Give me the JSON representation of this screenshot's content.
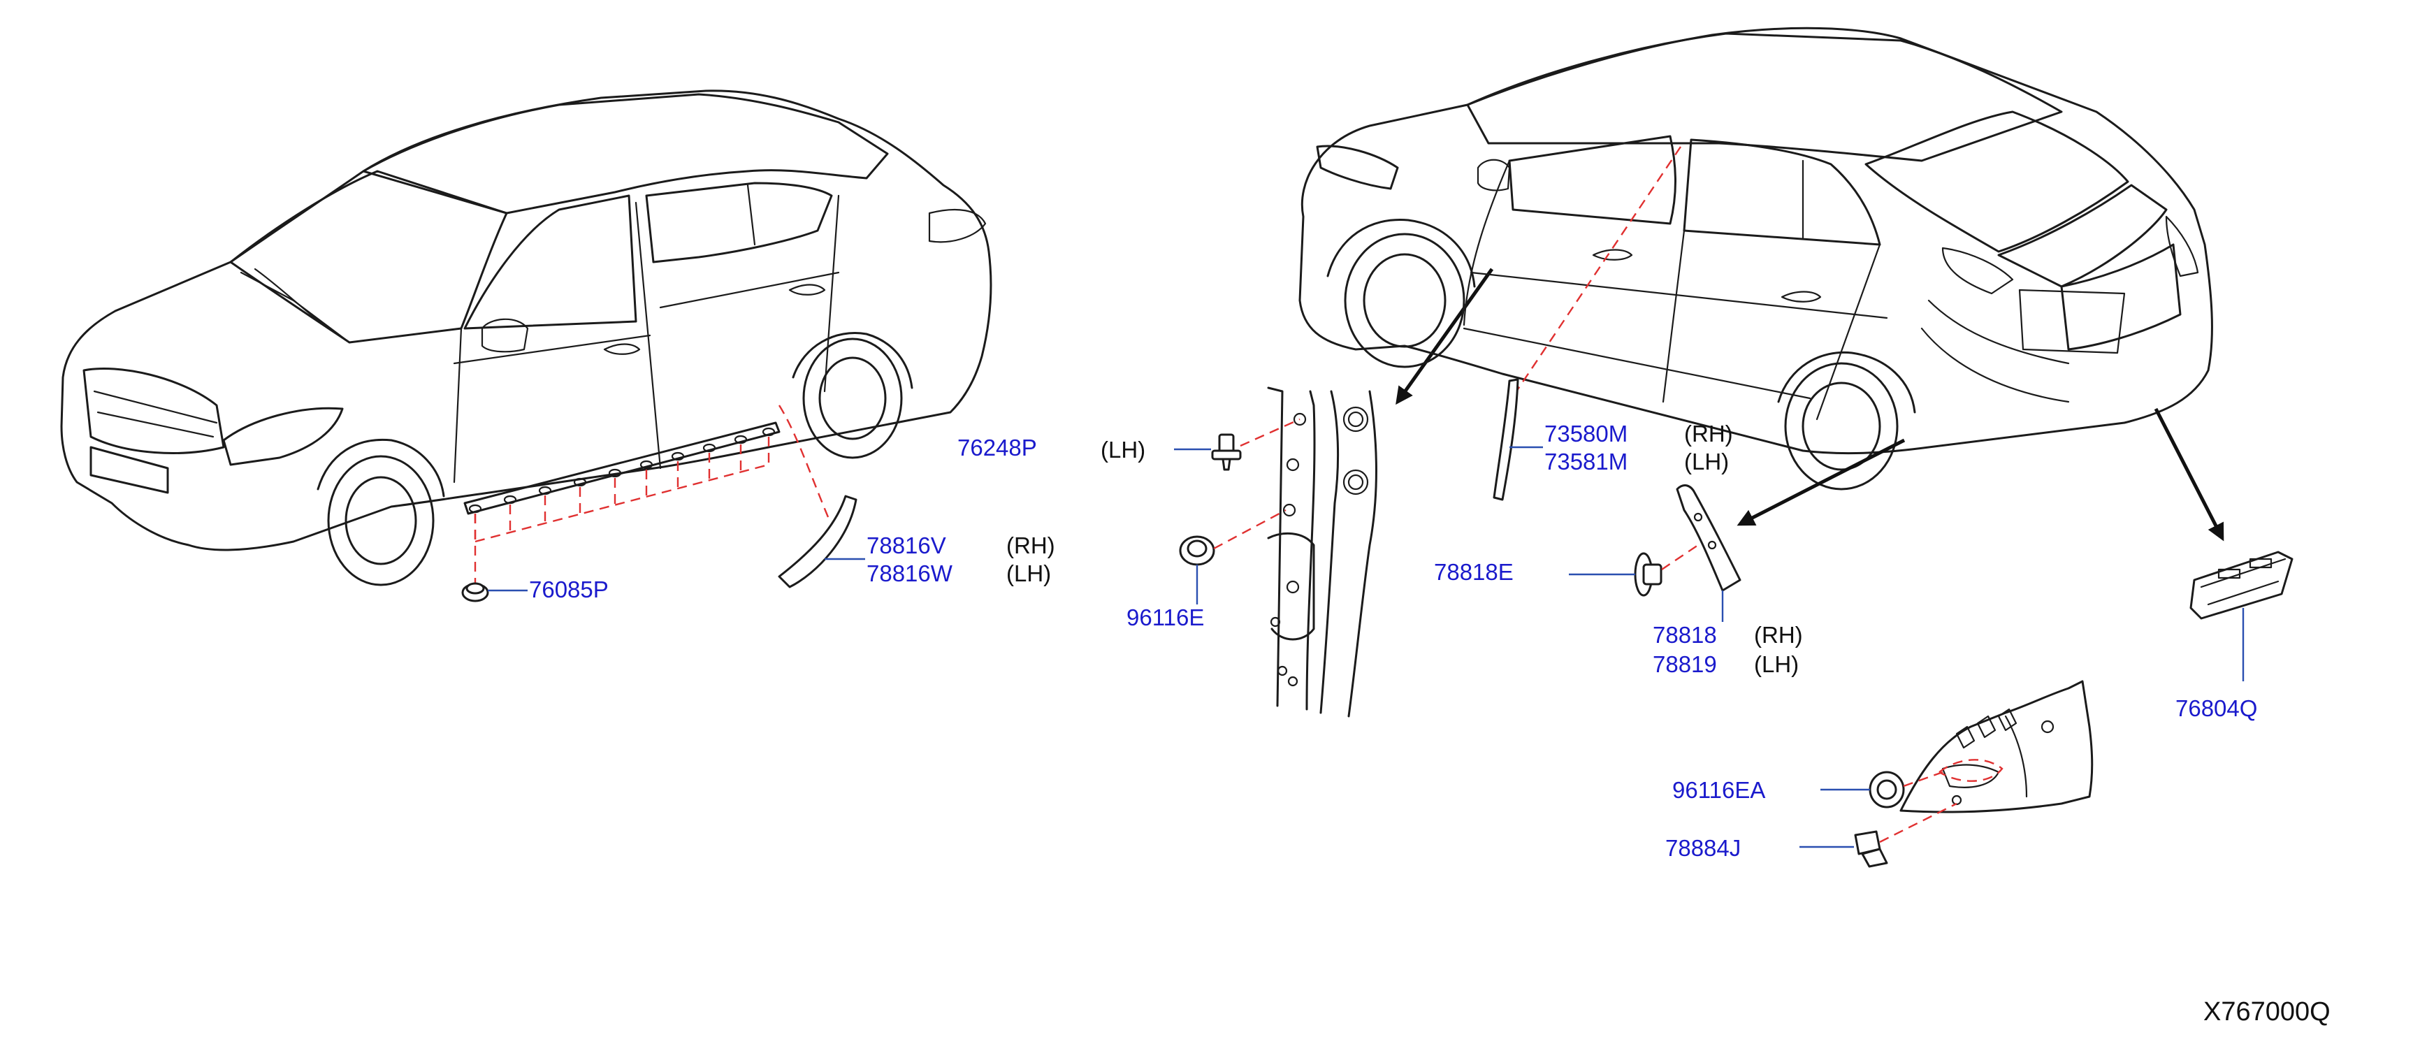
{
  "parts": {
    "p76248P": "76248P",
    "p76248P_side": "(LH)",
    "p76085P": "76085P",
    "p78816V": "78816V",
    "p78816V_side": "(RH)",
    "p78816W": "78816W",
    "p78816W_side": "(LH)",
    "p96116E": "96116E",
    "p73580M": "73580M",
    "p73580M_side": "(RH)",
    "p73581M": "73581M",
    "p73581M_side": "(LH)",
    "p78818E": "78818E",
    "p78818": "78818",
    "p78818_side": "(RH)",
    "p78819": "78819",
    "p78819_side": "(LH)",
    "p96116EA": "96116EA",
    "p78884J": "78884J",
    "p76804Q": "76804Q"
  },
  "diagram_code": "X767000Q",
  "colors": {
    "label": "#1a1acc",
    "leader": "#2a4fb0",
    "dashed_guide": "#e03030",
    "line_art": "#1b1b1b"
  }
}
